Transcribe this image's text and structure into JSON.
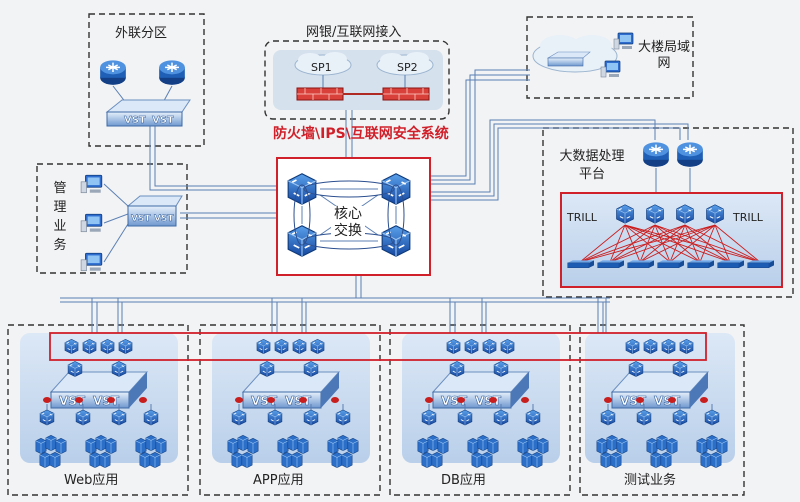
{
  "zones": {
    "extranet": "外联分区",
    "internet_access": "网银/互联网接入",
    "sp1": "SP1",
    "sp2": "SP2",
    "security": "防火墙\\IPS\\互联网安全系统",
    "building_lan": "大楼局域网",
    "management": "管理业务",
    "bigdata": "大数据处理平台",
    "core": "核心交换",
    "trill_left": "TRILL",
    "trill_right": "TRILL"
  },
  "device_labels": {
    "vst": "VST"
  },
  "pods": [
    {
      "label": "Web应用"
    },
    {
      "label": "APP应用"
    },
    {
      "label": "DB应用"
    },
    {
      "label": "测试业务"
    }
  ],
  "colors": {
    "dashed": "#333333",
    "highlight": "#d0202a",
    "link": "#5b7fb3",
    "device": "#1f5fb5"
  }
}
